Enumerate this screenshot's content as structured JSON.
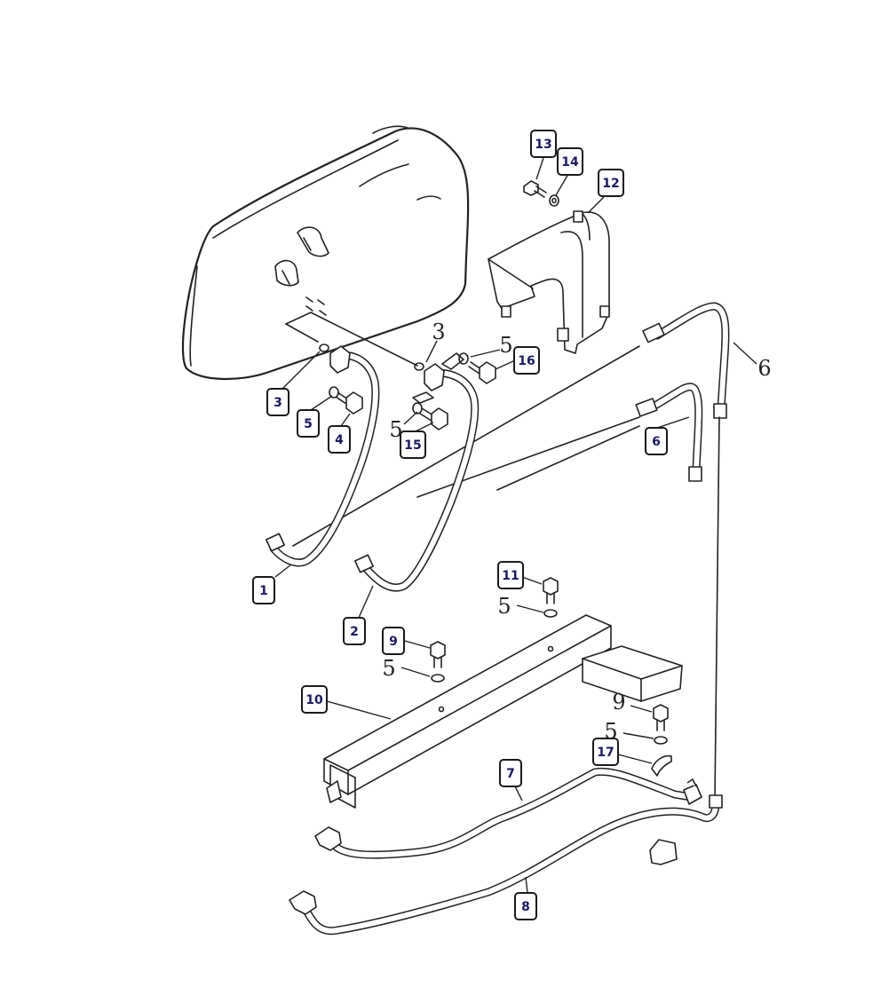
{
  "diagram": {
    "callouts": [
      {
        "id": "c1",
        "label": "1"
      },
      {
        "id": "c2",
        "label": "2"
      },
      {
        "id": "c3",
        "label": "3"
      },
      {
        "id": "c4",
        "label": "4"
      },
      {
        "id": "c5",
        "label": "5"
      },
      {
        "id": "c6",
        "label": "6"
      },
      {
        "id": "c7",
        "label": "7"
      },
      {
        "id": "c8",
        "label": "8"
      },
      {
        "id": "c9",
        "label": "9"
      },
      {
        "id": "c10",
        "label": "10"
      },
      {
        "id": "c11",
        "label": "11"
      },
      {
        "id": "c12",
        "label": "12"
      },
      {
        "id": "c13",
        "label": "13"
      },
      {
        "id": "c14",
        "label": "14"
      },
      {
        "id": "c15",
        "label": "15"
      },
      {
        "id": "c16",
        "label": "16"
      },
      {
        "id": "c17",
        "label": "17"
      }
    ],
    "plain_labels": [
      {
        "id": "p3",
        "label": "3"
      },
      {
        "id": "p5a",
        "label": "5"
      },
      {
        "id": "p5b",
        "label": "5"
      },
      {
        "id": "p5c",
        "label": "5"
      },
      {
        "id": "p5d",
        "label": "5"
      },
      {
        "id": "p5e",
        "label": "5"
      },
      {
        "id": "p6",
        "label": "6"
      },
      {
        "id": "p9",
        "label": "9"
      }
    ]
  }
}
